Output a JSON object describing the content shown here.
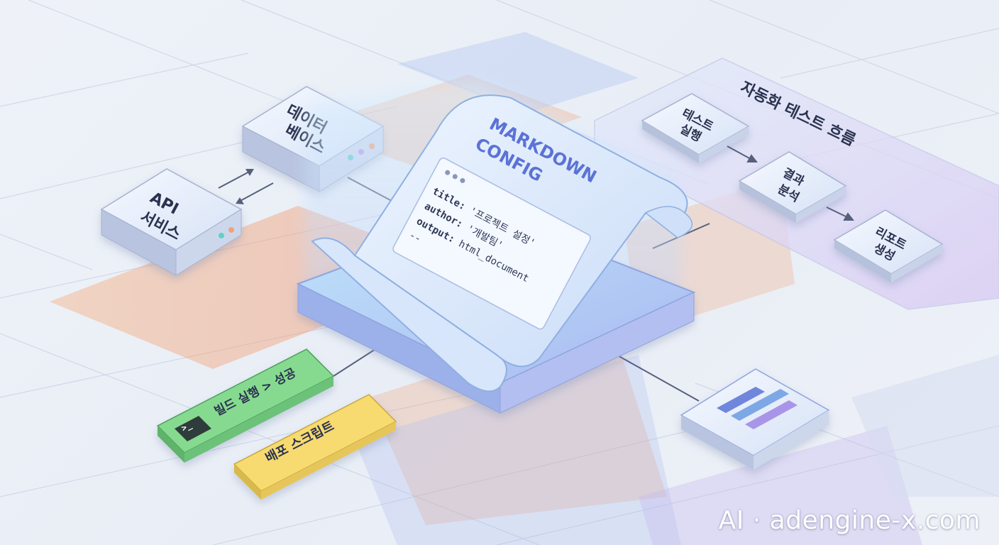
{
  "nodes": {
    "database": {
      "line1": "데이터",
      "line2": "베이스"
    },
    "api_service": {
      "line1": "API",
      "line2": "서비스"
    },
    "markdown_config": {
      "title_line1": "MARKDOWN",
      "title_line2": "CONFIG",
      "code": [
        {
          "key": "title:",
          "value": " '프로젝트 설정'"
        },
        {
          "key": "author:",
          "value": " '개발팀'"
        },
        {
          "key": "output:",
          "value": " html_document"
        },
        {
          "key": "--",
          "value": ""
        }
      ]
    },
    "automation_panel": {
      "title": "자동화 테스트 흐름",
      "steps": [
        {
          "line1": "테스트",
          "line2": "실행"
        },
        {
          "line1": "결과",
          "line2": "분석"
        },
        {
          "line1": "리포트",
          "line2": "생성"
        }
      ]
    },
    "build_bar": {
      "label": "빌드 실행 > 성공",
      "terminal_glyph": ">_"
    },
    "deploy_bar": {
      "label": "배포 스크립트"
    }
  },
  "watermark": "AI · adengine-x.com",
  "colors": {
    "accent_blue": "#5b72d6",
    "orange_plane": "#f2a074",
    "purple_plane": "#b9a6ea",
    "green_bar": "#7fd68a",
    "yellow_bar": "#f6d86c"
  }
}
